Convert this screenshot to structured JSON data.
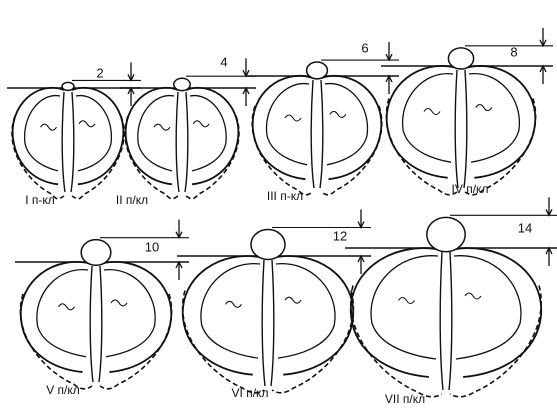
{
  "figures": [
    {
      "label": "I п-кл",
      "measure": "2"
    },
    {
      "label": "II п/кл",
      "measure": "4"
    },
    {
      "label": "III п-кл",
      "measure": "6"
    },
    {
      "label": "IV п/кл",
      "measure": "8"
    },
    {
      "label": "V п/кл",
      "measure": "10"
    },
    {
      "label": "VI п/кл",
      "measure": "12"
    },
    {
      "label": "VII п/кл",
      "measure": "14"
    }
  ],
  "colors": {
    "ink": "#111111",
    "background": "#ffffff"
  },
  "line_styles": {
    "outline": "solid",
    "inner_outline": "dashed"
  }
}
